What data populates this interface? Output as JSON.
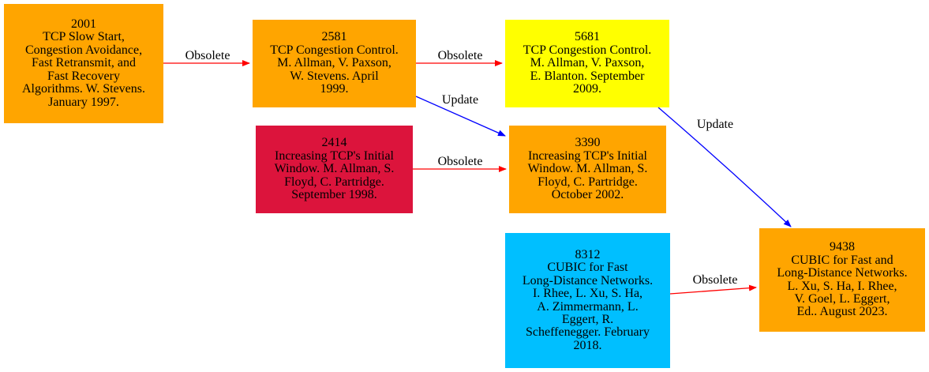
{
  "colors": {
    "orange": "#ffa500",
    "yellow": "#ffff00",
    "crimson": "#dc143c",
    "deepskyblue": "#00bfff",
    "obsolete_edge": "#ff0000",
    "update_edge": "#0000ff"
  },
  "nodes": {
    "rfc2001": {
      "color": "orange",
      "lines": [
        "2001",
        "TCP Slow Start,",
        "Congestion Avoidance,",
        "Fast Retransmit, and",
        "Fast Recovery",
        "Algorithms. W. Stevens.",
        "January 1997."
      ]
    },
    "rfc2581": {
      "color": "orange",
      "lines": [
        "2581",
        "TCP Congestion Control.",
        "M. Allman, V. Paxson,",
        "W. Stevens. April",
        "1999."
      ]
    },
    "rfc5681": {
      "color": "yellow",
      "lines": [
        "5681",
        "TCP Congestion Control.",
        "M. Allman, V. Paxson,",
        "E. Blanton. September",
        "2009."
      ]
    },
    "rfc2414": {
      "color": "crimson",
      "lines": [
        "2414",
        "Increasing TCP's Initial",
        "Window. M. Allman, S.",
        "Floyd, C. Partridge.",
        "September 1998."
      ]
    },
    "rfc3390": {
      "color": "orange",
      "lines": [
        "3390",
        "Increasing TCP's Initial",
        "Window. M. Allman, S.",
        "Floyd, C. Partridge.",
        "October 2002."
      ]
    },
    "rfc8312": {
      "color": "deepskyblue",
      "lines": [
        "8312",
        "CUBIC for Fast",
        "Long-Distance Networks.",
        "I. Rhee, L. Xu, S. Ha,",
        "A. Zimmermann, L.",
        "Eggert, R.",
        "Scheffenegger. February",
        "2018."
      ]
    },
    "rfc9438": {
      "color": "orange",
      "lines": [
        "9438",
        "CUBIC for Fast and",
        "Long-Distance Networks.",
        "L. Xu, S. Ha, I. Rhee,",
        "V. Goel, L. Eggert,",
        "Ed.. August 2023."
      ]
    }
  },
  "edges": [
    {
      "from": "rfc2001",
      "to": "rfc2581",
      "label": "Obsolete",
      "kind": "obsolete"
    },
    {
      "from": "rfc2581",
      "to": "rfc5681",
      "label": "Obsolete",
      "kind": "obsolete"
    },
    {
      "from": "rfc2581",
      "to": "rfc3390",
      "label": "Update",
      "kind": "update"
    },
    {
      "from": "rfc2414",
      "to": "rfc3390",
      "label": "Obsolete",
      "kind": "obsolete"
    },
    {
      "from": "rfc5681",
      "to": "rfc9438",
      "label": "Update",
      "kind": "update"
    },
    {
      "from": "rfc8312",
      "to": "rfc9438",
      "label": "Obsolete",
      "kind": "obsolete"
    }
  ]
}
